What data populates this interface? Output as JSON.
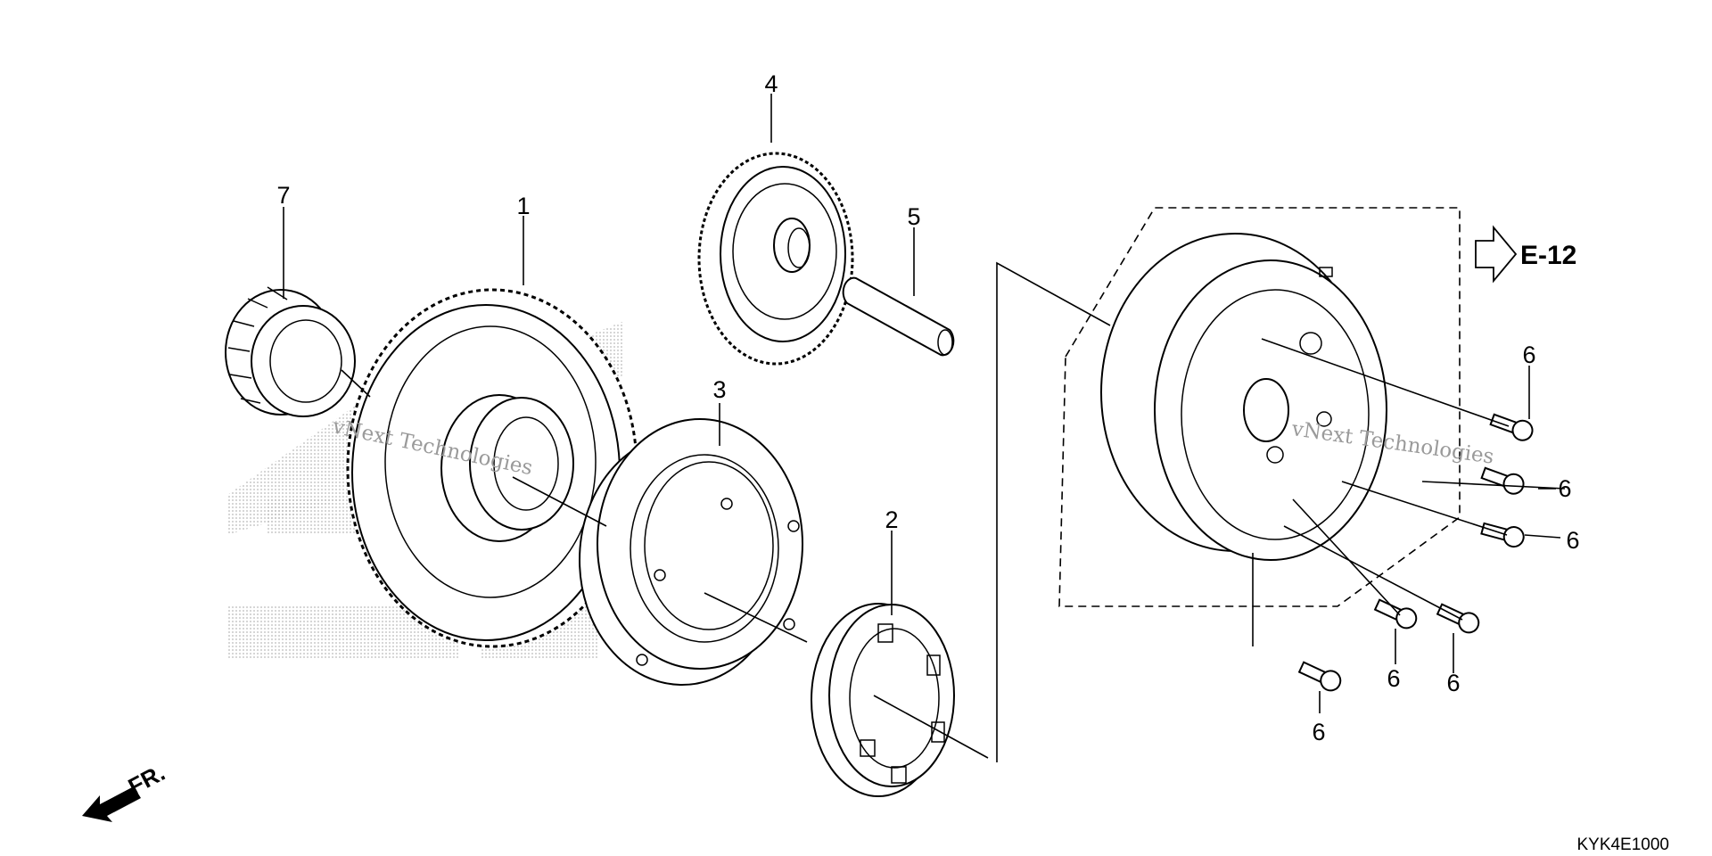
{
  "callouts": {
    "c1": "1",
    "c2": "2",
    "c3": "3",
    "c4": "4",
    "c5": "5",
    "c7": "7",
    "c6a": "6",
    "c6b": "6",
    "c6c": "6",
    "c6d": "6",
    "c6e": "6",
    "c6f": "6"
  },
  "reference": {
    "label": "E-12"
  },
  "front_marker": {
    "label": "FR."
  },
  "diagram_code": "KYK4E1000",
  "watermark": {
    "line1": "vNext Technologies",
    "line2": "vNext Technologies"
  },
  "colors": {
    "ink": "#000000",
    "watermark": "#c8c8c8"
  }
}
